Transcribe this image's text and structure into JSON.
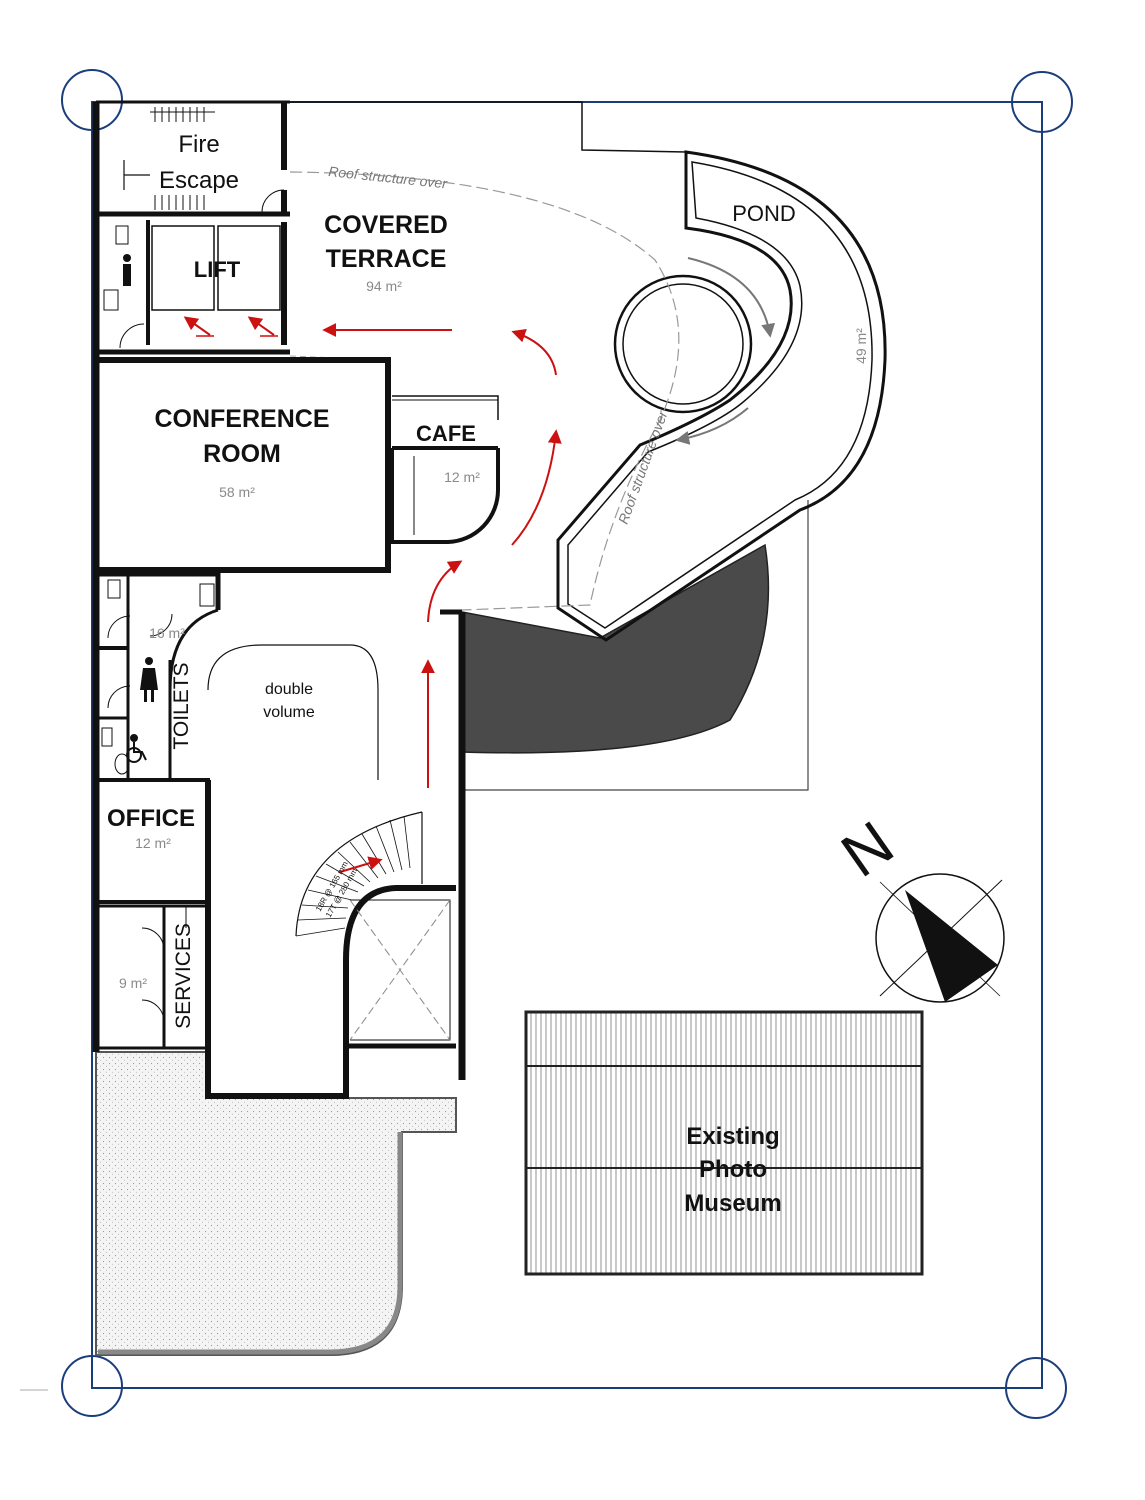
{
  "rooms": {
    "fire_escape": [
      "Fire",
      "Escape"
    ],
    "lift": "LIFT",
    "covered_terrace": {
      "lines": [
        "COVERED",
        "TERRACE"
      ],
      "area": "94 m²"
    },
    "pond": {
      "label": "POND",
      "area": "49 m²"
    },
    "conference_room": {
      "lines": [
        "CONFERENCE",
        "ROOM"
      ],
      "area": "58 m²"
    },
    "cafe": {
      "label": "CAFE",
      "area": "12 m²"
    },
    "toilets": {
      "label": "TOILETS",
      "area": "16 m²"
    },
    "double_volume": [
      "double",
      "volume"
    ],
    "office": {
      "label": "OFFICE",
      "area": "12 m²"
    },
    "services": {
      "label": "SERVICES",
      "area": "9 m²"
    },
    "museum": [
      "Existing",
      "Photo",
      "Museum"
    ]
  },
  "notes": {
    "roof_structure_1": "Roof structure over",
    "roof_structure_2": "Roof structure over",
    "stair": [
      "18R @ 165 mm",
      "17T @ 280 mm"
    ]
  },
  "north": "N",
  "colors": {
    "wall": "#111111",
    "circulation_arrow": "#cc1111",
    "pond_arrow": "#777777",
    "border": "#1a3d7c",
    "grid_circle": "#1a3d7c",
    "roof_void": "#4a4a4a",
    "paving": "#f2f2f2"
  }
}
